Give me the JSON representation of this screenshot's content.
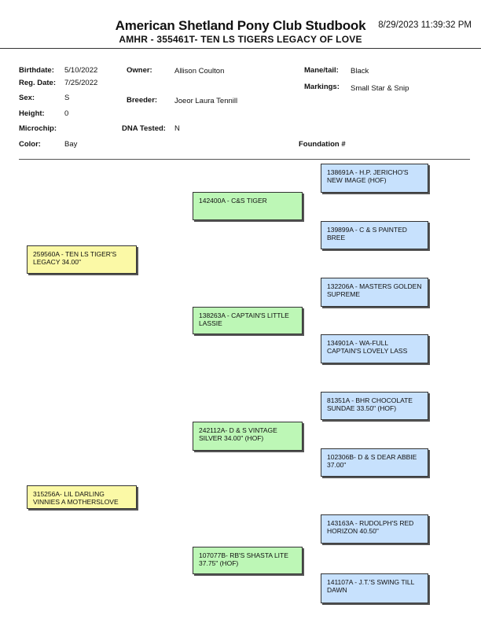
{
  "header": {
    "title": "American Shetland Pony Club Studbook",
    "subtitle": "AMHR - 355461T- TEN LS TIGERS LEGACY OF LOVE",
    "timestamp": "8/29/2023 11:39:32 PM"
  },
  "details": {
    "birthdate_label": "Birthdate:",
    "birthdate": "5/10/2022",
    "regdate_label": "Reg. Date:",
    "regdate": "7/25/2022",
    "sex_label": "Sex:",
    "sex": "S",
    "height_label": "Height:",
    "height": "0",
    "microchip_label": "Microchip:",
    "color_label": "Color:",
    "color": "Bay",
    "owner_label": "Owner:",
    "owner": "Allison Coulton",
    "breeder_label": "Breeder:",
    "breeder": "Joeor Laura Tennill",
    "dna_label": "DNA Tested:",
    "dna": "N",
    "mane_label": "Mane/tail:",
    "mane": "Black",
    "markings_label": "Markings:",
    "markings": "Small Star & Snip",
    "foundation_label": "Foundation #"
  },
  "pedigree": {
    "sire": "259560A - TEN LS TIGER'S LEGACY 34.00\"",
    "dam": "315256A- LIL DARLING VINNIES A MOTHERSLOVE",
    "sire_sire": "142400A - C&S TIGER",
    "sire_dam": "138263A - CAPTAIN'S LITTLE LASSIE",
    "dam_sire": "242112A- D & S VINTAGE SILVER 34.00\" (HOF)",
    "dam_dam": "107077B- RB'S SHASTA LITE 37.75\" (HOF)",
    "gg1": "138691A - H.P. JERICHO'S NEW IMAGE (HOF)",
    "gg2": "139899A - C & S PAINTED BREE",
    "gg3": "132206A - MASTERS GOLDEN SUPREME",
    "gg4": "134901A - WA-FULL CAPTAIN'S LOVELY LASS",
    "gg5": "81351A - BHR CHOCOLATE SUNDAE 33.50\" (HOF)",
    "gg6": "102306B- D & S DEAR ABBIE 37.00\"",
    "gg7": "143163A - RUDOLPH'S RED HORIZON 40.50\"",
    "gg8": "141107A - J.T.'S SWING TILL DAWN"
  }
}
